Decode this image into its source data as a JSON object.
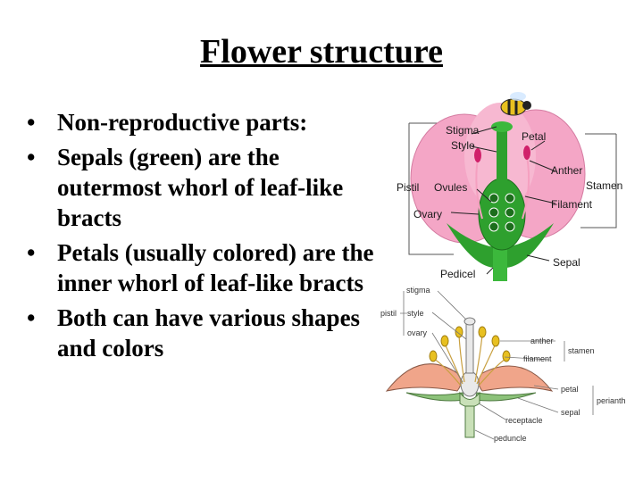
{
  "slide": {
    "title": "Flower structure",
    "bullets": [
      "Non-reproductive parts:",
      "Sepals (green) are the outermost whorl of leaf-like bracts",
      "Petals (usually colored) are the inner whorl of leaf-like bracts",
      "Both can have various shapes and colors"
    ]
  },
  "diagram1": {
    "labels": {
      "stigma": "Stigma",
      "style": "Style",
      "petal": "Petal",
      "anther": "Anther",
      "stamen": "Stamen",
      "pistil": "Pistil",
      "ovules": "Ovules",
      "ovary": "Ovary",
      "filament": "Filament",
      "sepal": "Sepal",
      "pedicel": "Pedicel"
    },
    "colors": {
      "petal": "#f4a6c6",
      "green": "#2ea02e",
      "stem": "#3cb83c",
      "anther": "#d0206a"
    }
  },
  "diagram2": {
    "labels": {
      "stigma": "stigma",
      "pistil": "pistil",
      "style": "style",
      "ovary": "ovary",
      "anther": "anther",
      "stamen": "stamen",
      "filament": "filament",
      "petal": "petal",
      "perianth": "perianth",
      "sepal": "sepal",
      "receptacle": "receptacle",
      "peduncle": "peduncle"
    },
    "colors": {
      "petal": "#f0a58a",
      "sepal": "#8cc27a",
      "stamen": "#e8c020"
    }
  }
}
